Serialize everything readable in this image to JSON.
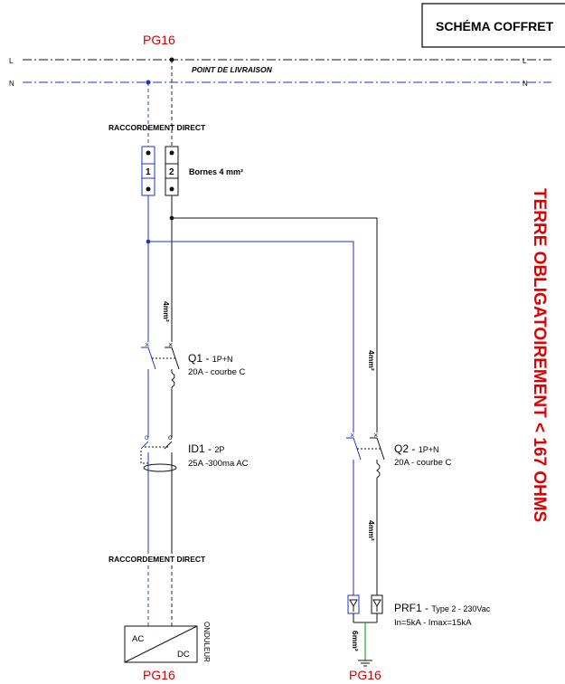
{
  "title": "SCHÉMA COFFRET",
  "labels": {
    "pg16_top": "PG16",
    "pg16_bottom_left": "PG16",
    "pg16_bottom_right": "PG16",
    "line_l": "L",
    "line_n": "N",
    "line_l_right": "L",
    "line_n_right": "N",
    "point_livraison": "POINT DE LIVRAISON",
    "raccordement_top": "RACCORDEMENT DIRECT",
    "raccordement_bottom": "RACCORDEMENT DIRECT",
    "bornes": "Bornes 4 mm²",
    "terminal_1": "1",
    "terminal_2": "2",
    "cable_1": "4mm²",
    "cable_2": "4mm²",
    "cable_3": "4mm²",
    "cable_earth": "6mm²",
    "terre": "TERRE OBLIGATOIREMENT < 167 OHMS",
    "onduleur": "ONDULEUR",
    "ac": "AC",
    "dc": "DC"
  },
  "components": {
    "q1": {
      "name": "Q1",
      "type": "1P+N",
      "rating": "20A - courbe C"
    },
    "id1": {
      "name": "ID1",
      "type": "2P",
      "rating": "25A -300ma AC"
    },
    "q2": {
      "name": "Q2",
      "type": "1P+N",
      "rating": "20A - courbe C"
    },
    "prf1": {
      "name": "PRF1",
      "type": "Type 2 - 230Vac",
      "rating": "In=5kA - Imax=15kA"
    }
  },
  "colors": {
    "neutral": "#1a33cc",
    "phase": "#111111",
    "earth": "#22aa22",
    "warning": "#e00000"
  }
}
